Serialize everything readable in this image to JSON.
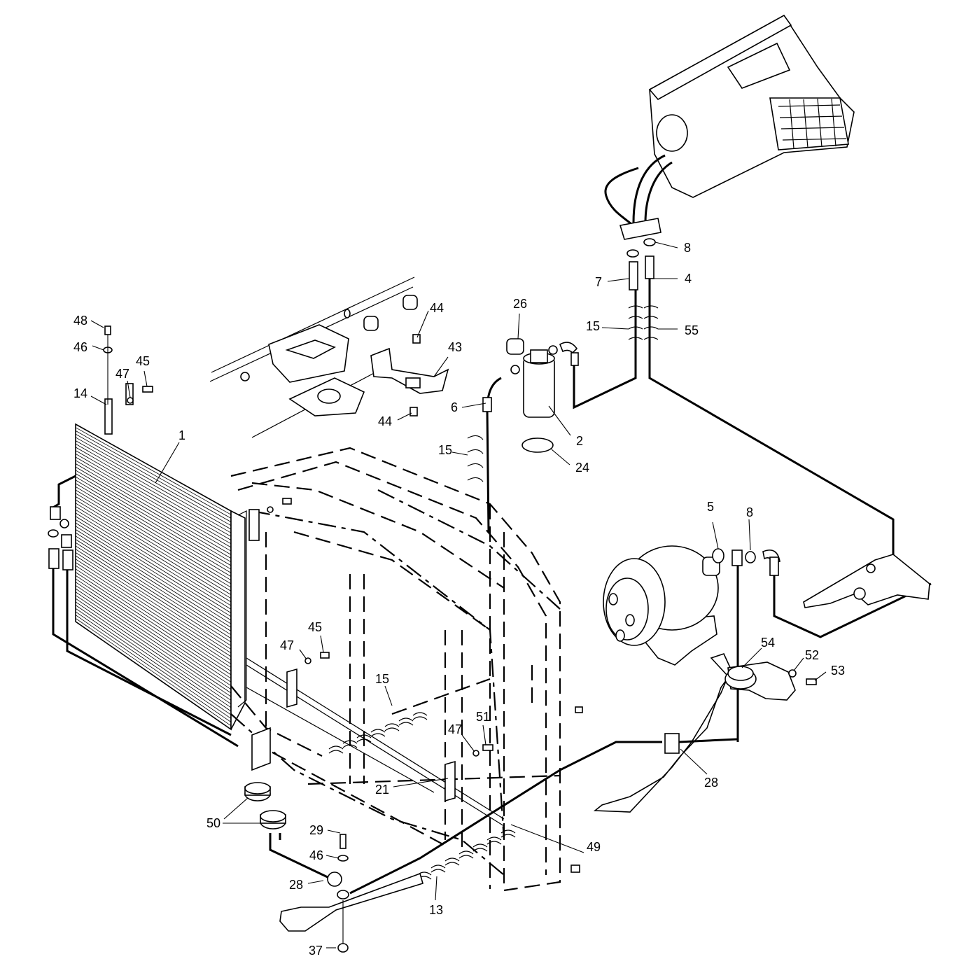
{
  "callouts": [
    {
      "id": "c1",
      "text": "1"
    },
    {
      "id": "c2",
      "text": "2"
    },
    {
      "id": "c4",
      "text": "4"
    },
    {
      "id": "c5",
      "text": "5"
    },
    {
      "id": "c6",
      "text": "6"
    },
    {
      "id": "c7",
      "text": "7"
    },
    {
      "id": "c8a",
      "text": "8"
    },
    {
      "id": "c8b",
      "text": "8"
    },
    {
      "id": "c13",
      "text": "13"
    },
    {
      "id": "c14",
      "text": "14"
    },
    {
      "id": "c15a",
      "text": "15"
    },
    {
      "id": "c15b",
      "text": "15"
    },
    {
      "id": "c15c",
      "text": "15"
    },
    {
      "id": "c21",
      "text": "21"
    },
    {
      "id": "c24",
      "text": "24"
    },
    {
      "id": "c26",
      "text": "26"
    },
    {
      "id": "c28a",
      "text": "28"
    },
    {
      "id": "c28b",
      "text": "28"
    },
    {
      "id": "c29",
      "text": "29"
    },
    {
      "id": "c37",
      "text": "37"
    },
    {
      "id": "c43",
      "text": "43"
    },
    {
      "id": "c44a",
      "text": "44"
    },
    {
      "id": "c44b",
      "text": "44"
    },
    {
      "id": "c45a",
      "text": "45"
    },
    {
      "id": "c45b",
      "text": "45"
    },
    {
      "id": "c46a",
      "text": "46"
    },
    {
      "id": "c46b",
      "text": "46"
    },
    {
      "id": "c47a",
      "text": "47"
    },
    {
      "id": "c47b",
      "text": "47"
    },
    {
      "id": "c47c",
      "text": "47"
    },
    {
      "id": "c48",
      "text": "48"
    },
    {
      "id": "c49",
      "text": "49"
    },
    {
      "id": "c50",
      "text": "50"
    },
    {
      "id": "c51",
      "text": "51"
    },
    {
      "id": "c52",
      "text": "52"
    },
    {
      "id": "c53",
      "text": "53"
    },
    {
      "id": "c54",
      "text": "54"
    },
    {
      "id": "c55",
      "text": "55"
    }
  ]
}
